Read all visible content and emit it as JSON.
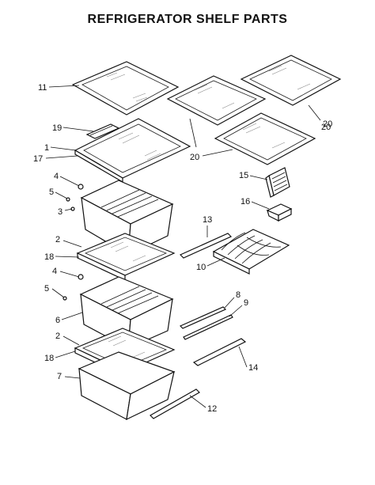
{
  "title": "REFRIGERATOR SHELF PARTS",
  "callouts": [
    "11",
    "19",
    "1",
    "17",
    "4",
    "5",
    "3",
    "2",
    "18",
    "4",
    "5",
    "6",
    "2",
    "18",
    "7",
    "20",
    "20",
    "20",
    "15",
    "16",
    "13",
    "10",
    "8",
    "9",
    "14",
    "12"
  ]
}
